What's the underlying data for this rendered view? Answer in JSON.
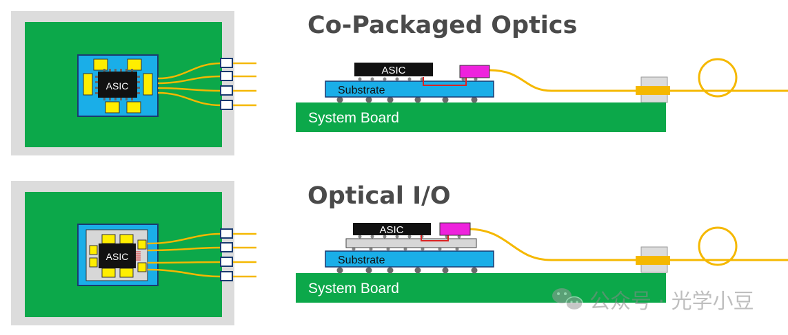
{
  "diagrams": {
    "cpo": {
      "title": "Co-Packaged Optics"
    },
    "oio": {
      "title": "Optical I/O"
    }
  },
  "labels": {
    "asic": "ASIC",
    "substrate": "Substrate",
    "system_board": "System Board"
  },
  "watermark": {
    "text": "公众号 · 光学小豆",
    "icon": "wechat-icon"
  },
  "colors": {
    "board_green": "#0ca84a",
    "substrate_blue": "#1aaee8",
    "asic_black": "#111111",
    "chiplet_yellow": "#ffee00",
    "fiber_orange": "#f5b800",
    "photonic_magenta": "#ee22dd",
    "frame_gray": "#dcdcdc"
  }
}
